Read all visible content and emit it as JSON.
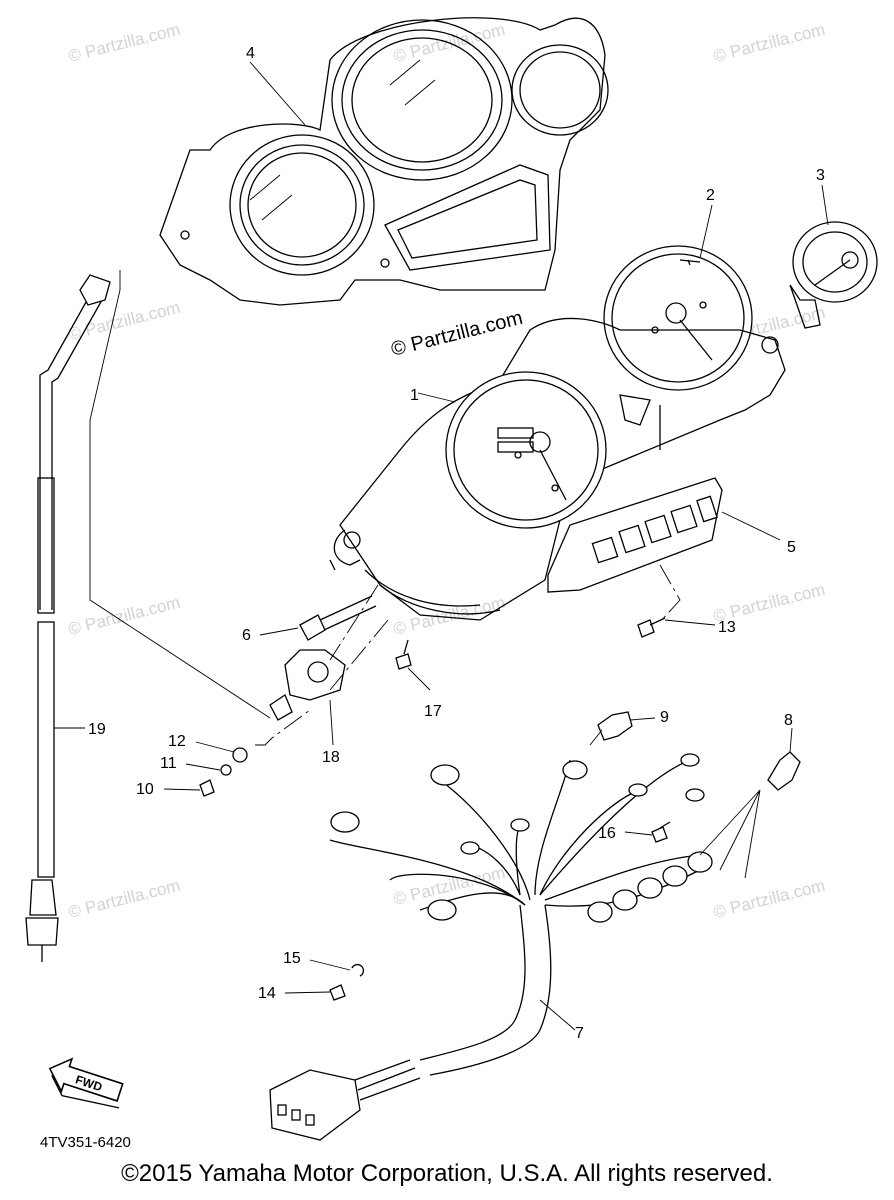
{
  "watermarks": {
    "repeat_text": "© Partzilla.com",
    "center_text": "© Partzilla.com"
  },
  "callouts": [
    "1",
    "2",
    "3",
    "4",
    "5",
    "6",
    "7",
    "8",
    "9",
    "10",
    "11",
    "12",
    "13",
    "14",
    "15",
    "16",
    "17",
    "18",
    "19"
  ],
  "fwd_label": "FWD",
  "diagram_code": "4TV351-6420",
  "copyright": "©2015 Yamaha Motor Corporation, U.S.A. All rights reserved."
}
